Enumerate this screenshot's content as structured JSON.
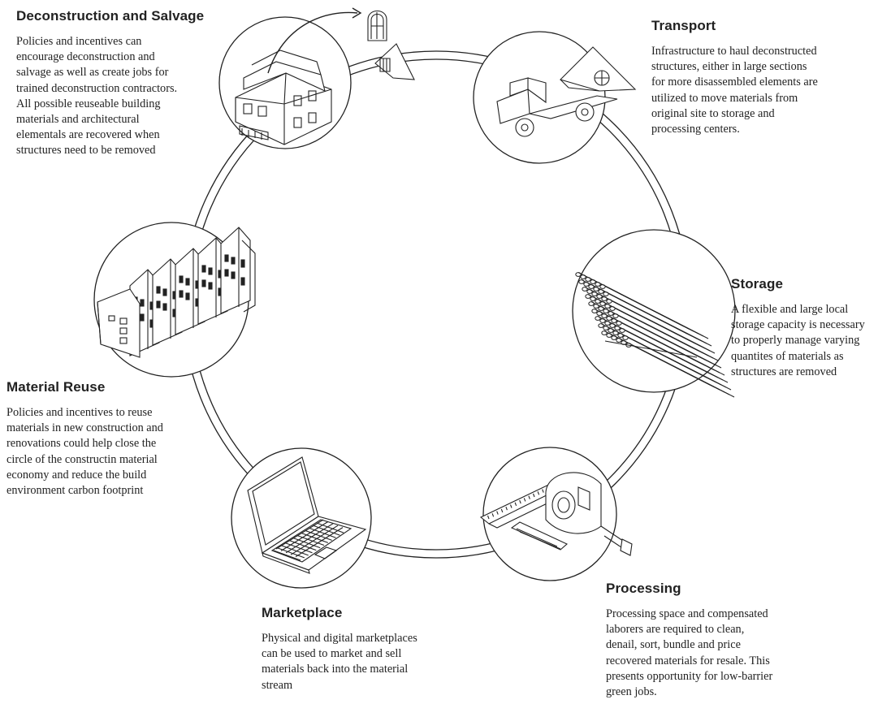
{
  "stages": {
    "deconstruction": {
      "title": "Deconstruction and Salvage",
      "lines": [
        "Policies and incentives can",
        "encourage deconstruction and",
        "salvage as well as create jobs for",
        "trained deconstruction contractors.",
        "All possible reuseable building",
        "materials and architectural",
        "elementals are recovered when",
        "structures need to be removed"
      ]
    },
    "transport": {
      "title": "Transport",
      "lines": [
        "Infrastructure to haul deconstructed",
        "structures, either in large sections",
        "for more disassembled elements are",
        "utilized to move materials from",
        "original site to storage and",
        "processing centers."
      ]
    },
    "storage": {
      "title": "Storage",
      "lines": [
        "A flexible and large local",
        "storage capacity is necessary",
        "to properly manage varying",
        "quantites of materials as",
        "structures are removed"
      ]
    },
    "processing": {
      "title": "Processing",
      "lines": [
        "Processing space and compensated",
        "laborers are required to clean,",
        "denail, sort, bundle and price",
        "recovered materials for resale. This",
        "presents opportunity for low-barrier",
        "green jobs."
      ]
    },
    "marketplace": {
      "title": "Marketplace",
      "lines": [
        "Physical and digital marketplaces",
        "can be used to market and sell",
        "materials back into the material",
        "stream"
      ]
    },
    "reuse": {
      "title": "Material Reuse",
      "lines": [
        "Policies and incentives to reuse",
        "materials in new construction and",
        "renovations could help close the",
        "circle of the constructin material",
        "economy and reduce the build",
        "environment carbon footprint"
      ]
    }
  },
  "icons": {
    "deconstruction": "house-deconstruction-icon",
    "transport": "flatbed-truck-icon",
    "storage": "lumber-stack-icon",
    "processing": "tape-measure-square-icon",
    "marketplace": "laptop-icon",
    "reuse": "townhouses-icon"
  },
  "colors": {
    "line": "#222222",
    "background": "#ffffff"
  }
}
